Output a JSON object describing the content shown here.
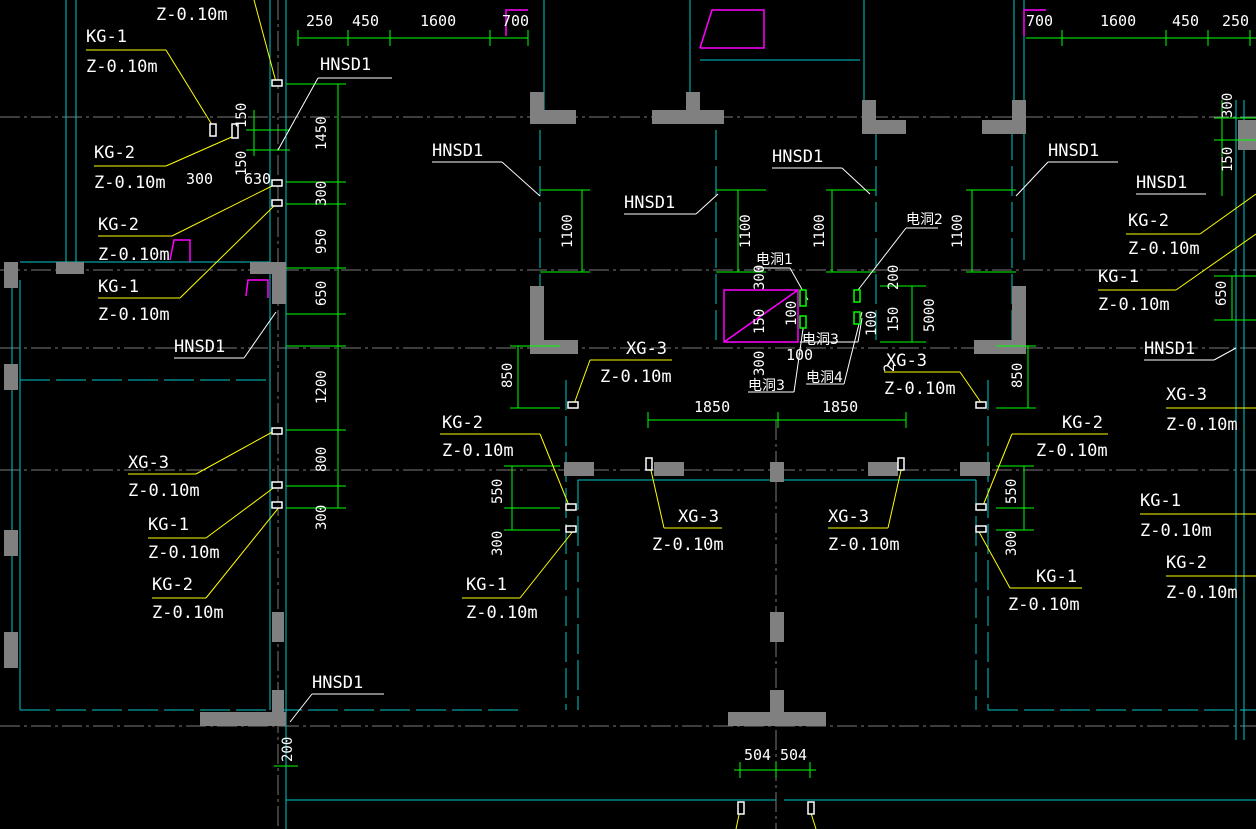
{
  "colors": {
    "background": "#000000",
    "wall": "#808080",
    "axis": "#00c8c8",
    "dimension": "#00ff00",
    "leader": "#ffff00",
    "equipment": "#ff00ff",
    "text": "#ffffff"
  },
  "labels": {
    "z_top_left": "Z-0.10m",
    "kg1_a": "KG-1",
    "kg1_a_z": "Z-0.10m",
    "hnsd1_top_left": "HNSD1",
    "kg2_a": "KG-2",
    "kg2_a_z": "Z-0.10m",
    "kg2_b": "KG-2",
    "kg2_b_z": "Z-0.10m",
    "kg1_b": "KG-1",
    "kg1_b_z": "Z-0.10m",
    "hnsd1_left_mid": "HNSD1",
    "xg3_left": "XG-3",
    "xg3_left_z": "Z-0.10m",
    "kg1_c": "KG-1",
    "kg1_c_z": "Z-0.10m",
    "kg2_c": "KG-2",
    "kg2_c_z": "Z-0.10m",
    "hnsd1_bottom": "HNSD1",
    "hnsd1_c1": "HNSD1",
    "hnsd1_c2": "HNSD1",
    "hnsd1_c3": "HNSD1",
    "hnsd1_c4": "HNSD1",
    "hnsd1_r1": "HNSD1",
    "hnsd1_r2": "HNSD1",
    "kg2_r1": "KG-2",
    "kg2_r1_z": "Z-0.10m",
    "kg1_r1": "KG-1",
    "kg1_r1_z": "Z-0.10m",
    "xg3_c1": "XG-3",
    "xg3_c1_z": "Z-0.10m",
    "xg3_c2": "XG-3",
    "xg3_c2_z": "Z-0.10m",
    "kg2_c1": "KG-2",
    "kg2_c1_z": "Z-0.10m",
    "kg2_c2": "KG-2",
    "kg2_c2_z": "Z-0.10m",
    "xg3_c3": "XG-3",
    "xg3_c3_z": "Z-0.10m",
    "xg3_c4": "XG-3",
    "xg3_c4_z": "Z-0.10m",
    "kg1_c1": "KG-1",
    "kg1_c1_z": "Z-0.10m",
    "kg1_c2": "KG-1",
    "kg1_c2_z": "Z-0.10m",
    "xg3_r": "XG-3",
    "xg3_r_z": "Z-0.10m",
    "kg1_r2": "KG-1",
    "kg1_r2_z": "Z-0.10m",
    "kg2_r2": "KG-2",
    "kg2_r2_z": "Z-0.10m",
    "dian1": "电洞1",
    "dian2": "电洞2",
    "dian3a": "电洞3",
    "dian3b": "电洞3",
    "dian4": "电洞4"
  },
  "dimensions": {
    "top_left": [
      "250",
      "450",
      "1600",
      "700"
    ],
    "top_right": [
      "700",
      "1600",
      "450",
      "250"
    ],
    "left_vertical": [
      "1450",
      "300",
      "950",
      "650",
      "1200",
      "800",
      "300"
    ],
    "left_small": [
      "150",
      "150",
      "300",
      "630"
    ],
    "center_1100": [
      "1100",
      "1100",
      "1100",
      "1100"
    ],
    "center_850": [
      "850",
      "850"
    ],
    "center_1850": [
      "1850",
      "1850"
    ],
    "center_550": [
      "550",
      "550"
    ],
    "center_300": [
      "300",
      "300"
    ],
    "small_misc": [
      "300",
      "150",
      "100",
      "300",
      "100",
      "200",
      "150",
      "100",
      "5000",
      "2"
    ],
    "right_vertical": [
      "300",
      "150",
      "650"
    ],
    "bottom": [
      "200",
      "504",
      "504"
    ]
  }
}
